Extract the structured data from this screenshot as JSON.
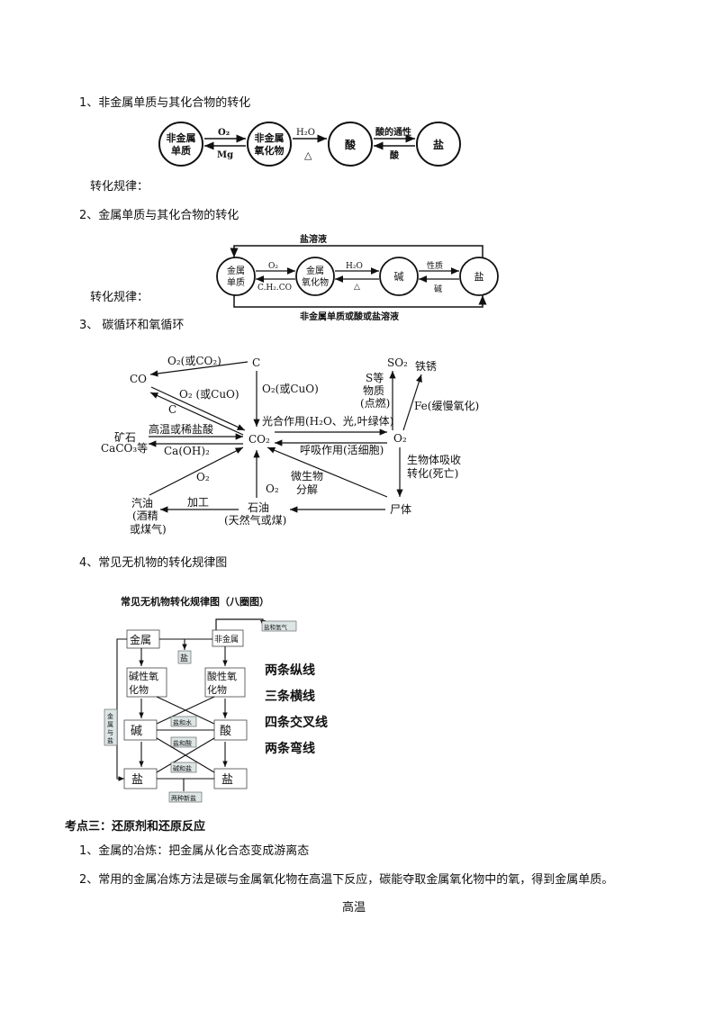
{
  "sections": {
    "s1_title": "1、非金属单质与其化合物的转化",
    "s1_rule": "转化规律：",
    "s2_title": "2、金属单质与其化合物的转化",
    "s2_rule": "转化规律：",
    "s3_title": "3、  碳循环和氧循环",
    "s4_title": "4、常见无机物的转化规律图",
    "kd_title": "考点三：还原剂和还原反应",
    "kd_1": "1、金属的冶炼：把金属从化合态变成游离态",
    "kd_2": "2、常用的金属冶炼方法是碳与金属氧化物在高温下反应，碳能夺取金属氧化物中的氧，得到金属单质。",
    "kd_3": "高温"
  },
  "diagram1": {
    "n1": [
      "非金属",
      "单质"
    ],
    "n2": [
      "非金属",
      "氧化物"
    ],
    "n3": "酸",
    "n4": "盐",
    "a1_top": "O₂",
    "a1_bot": "Mg",
    "a2_top": "H₂O",
    "a2_bot": "△",
    "a3_top": "酸的通性",
    "a3_bot": "酸"
  },
  "diagram2": {
    "top_label": "盐溶液",
    "bottom_label": "非金属单质或酸或盐溶液",
    "n1": [
      "金属",
      "单质"
    ],
    "n2": [
      "金属",
      "氧化物"
    ],
    "n3": "碱",
    "n4": "盐",
    "a1_top": "O₂",
    "a1_bot": "C.H₂.CO",
    "a2_top": "H₂O",
    "a2_bot": "△",
    "a3_top": "性质",
    "a3_bot": "碱"
  },
  "carbon_cycle": {
    "co2": "CO₂",
    "co": "CO",
    "c": "C",
    "o2": "O₂",
    "so2": "SO₂",
    "rust": "铁锈",
    "l_o2_or_co2": "O₂(或CO₂)",
    "l_o2_or_cuo_a": "O₂(或CuO)",
    "l_o2_or_cuo_b": "O₂ (或CuO)",
    "l_c": "C",
    "l_photo": "光合作用(H₂O、光,叶绿体)",
    "l_resp": "呼吸作用(活细胞)",
    "l_s1": "S等",
    "l_s2": "物质",
    "l_s3": "(点燃)",
    "l_fe": "Fe(缓慢氧化)",
    "l_bio1": "生物体吸收",
    "l_bio2": "转化(死亡)",
    "l_corpse": "尸体",
    "l_microbe1": "微生物",
    "l_microbe2": "分解",
    "l_oil1": "石油",
    "l_oil2": "(天然气或煤)",
    "l_o2_small": "O₂",
    "l_o2_small2": "O₂",
    "l_process": "加工",
    "l_gas1": "汽油",
    "l_gas2": "(酒精",
    "l_gas3": "或煤气)",
    "l_ore1": "矿石",
    "l_ore2": "CaCO₃等",
    "l_heat": "高温或稀盐酸",
    "l_caoh": "Ca(OH)₂"
  },
  "eight_circle": {
    "title": "常见无机物转化规律图（八圈图）",
    "metal": "金属",
    "nonmetal": "非金属",
    "salt_top": "盐",
    "salt_h2": "盐和氢气",
    "basic_oxide": [
      "碱性氧",
      "化物"
    ],
    "acidic_oxide": [
      "酸性氧",
      "化物"
    ],
    "base": "碱",
    "acid": "酸",
    "salt_water": "盐和水",
    "salt_acid": "盐和酸",
    "base_salt": "碱和盐",
    "salt_left": "盐",
    "salt_right": "盐",
    "two_salts": "两种新盐",
    "side_label": [
      "金",
      "属",
      "与",
      "盐"
    ],
    "notes": [
      "两条纵线",
      "三条横线",
      "四条交叉线",
      "两条弯线"
    ]
  }
}
